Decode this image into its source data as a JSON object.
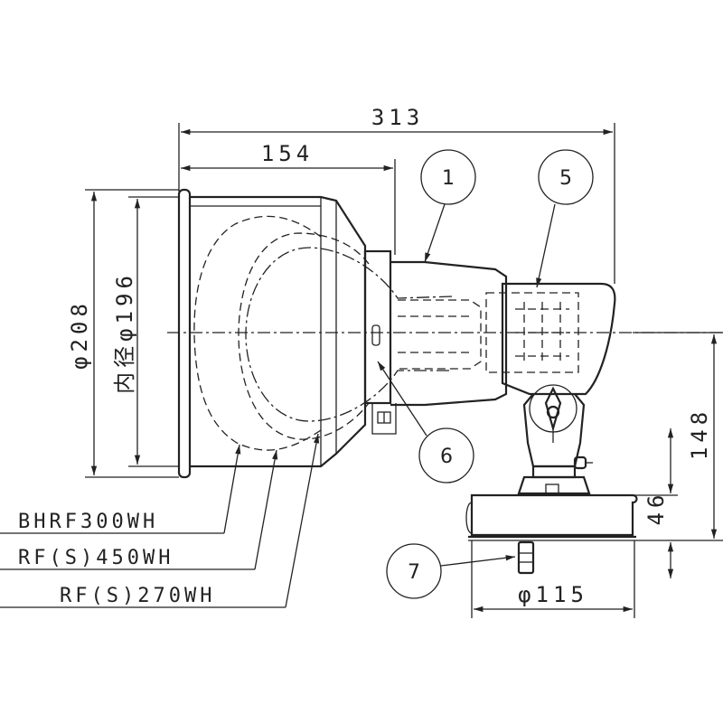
{
  "dimensions": {
    "overall_length": "313",
    "shade_length": "154",
    "outer_diameter": "φ208",
    "inner_diameter": "内径φ196",
    "pivot_height": "148",
    "base_height": "46",
    "base_diameter": "φ115"
  },
  "lamp_labels": [
    "BHRF300WH",
    "RF(S)450WH",
    "RF(S)270WH"
  ],
  "callouts": [
    "1",
    "5",
    "6",
    "7"
  ]
}
